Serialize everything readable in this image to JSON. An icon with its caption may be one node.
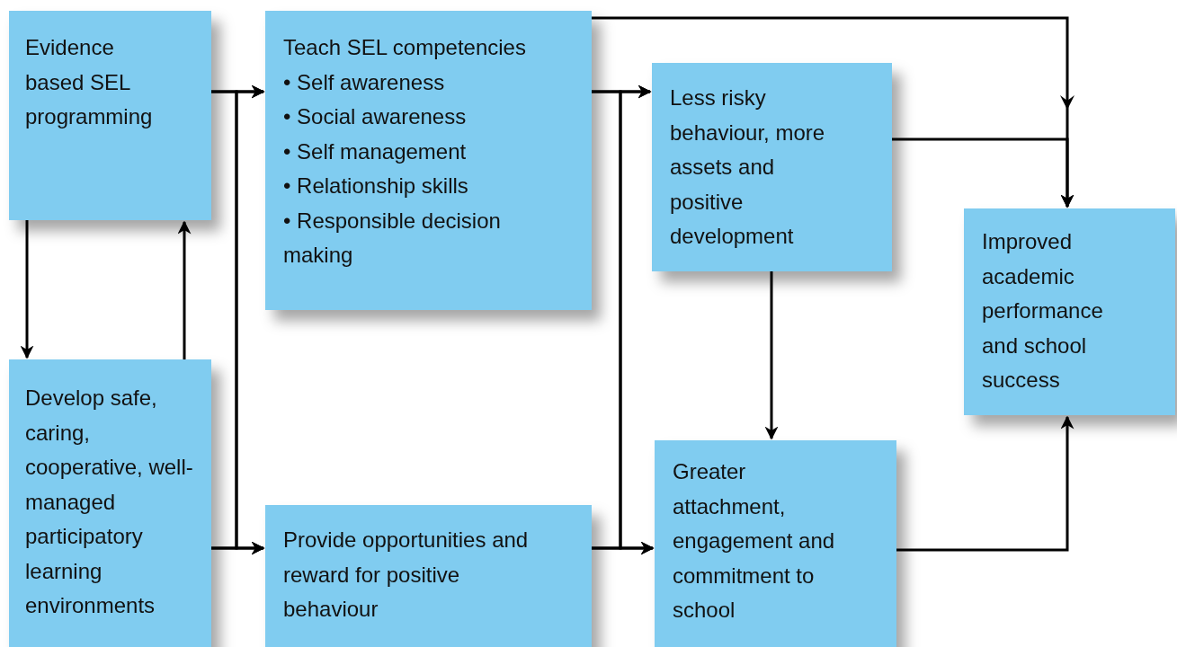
{
  "diagram": {
    "nodes": [
      {
        "text": [
          "Evidence based SEL programming"
        ]
      },
      {
        "text": [
          "Develop safe, caring, cooperative, well-managed participatory learning environments"
        ]
      },
      {
        "text": [
          "Teach SEL competencies",
          "• Self awareness",
          "• Social awareness",
          "• Self management",
          "• Relationship skills",
          "• Responsible decision making"
        ]
      },
      {
        "text": [
          "Provide opportunities and reward for positive behaviour"
        ]
      },
      {
        "text": [
          "Less risky behaviour, more assets and positive development"
        ]
      },
      {
        "text": [
          "Greater attachment, engagement and commitment to school"
        ]
      },
      {
        "text": [
          "Improved academic performance and school success"
        ]
      }
    ],
    "edges": [
      {
        "from": 0,
        "to": 2,
        "arrow": "to"
      },
      {
        "from": 0,
        "to": 3,
        "arrow": "to"
      },
      {
        "from": 1,
        "to": 2,
        "arrow": "to"
      },
      {
        "from": 1,
        "to": 3,
        "arrow": "to"
      },
      {
        "from": 0,
        "to": 1,
        "arrow": "to"
      },
      {
        "from": 1,
        "to": 0,
        "arrow": "to"
      },
      {
        "from": 2,
        "to": 4,
        "arrow": "to"
      },
      {
        "from": 2,
        "to": 5,
        "arrow": "to"
      },
      {
        "from": 3,
        "to": 4,
        "arrow": "to"
      },
      {
        "from": 3,
        "to": 5,
        "arrow": "to"
      },
      {
        "from": 2,
        "to": 6,
        "arrow": "to"
      },
      {
        "from": 4,
        "to": 6,
        "arrow": "to"
      },
      {
        "from": 4,
        "to": 5,
        "arrow": "to"
      },
      {
        "from": 5,
        "to": 6,
        "arrow": "to"
      }
    ]
  }
}
